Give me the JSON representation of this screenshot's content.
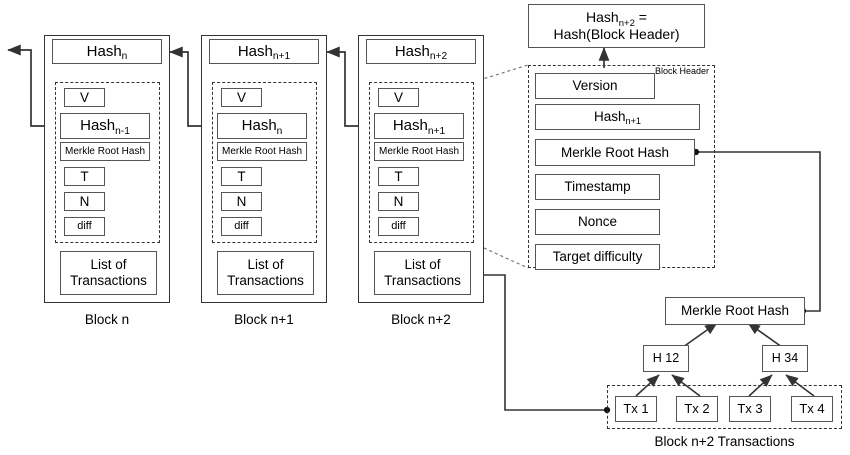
{
  "diagram": {
    "title": "Blockchain block structure and Merkle tree diagram",
    "colors": {
      "stroke": "#555555",
      "outer_stroke": "#333333",
      "background": "#ffffff",
      "text": "#000000"
    }
  },
  "blocks": [
    {
      "id": "block-n",
      "caption": "Block n",
      "hash_label": "Hash",
      "hash_sub": "n",
      "header_fields": [
        {
          "label": "V"
        },
        {
          "label": "Hash",
          "sub": "n-1"
        },
        {
          "label": "Merkle Root Hash"
        },
        {
          "label": "T"
        },
        {
          "label": "N"
        },
        {
          "label": "diff"
        }
      ],
      "transactions_label": "List of\nTransactions",
      "transactions_line1": "List of",
      "transactions_line2": "Transactions"
    },
    {
      "id": "block-n-plus-1",
      "caption": "Block n+1",
      "hash_label": "Hash",
      "hash_sub": "n+1",
      "header_fields": [
        {
          "label": "V"
        },
        {
          "label": "Hash",
          "sub": "n"
        },
        {
          "label": "Merkle Root Hash"
        },
        {
          "label": "T"
        },
        {
          "label": "N"
        },
        {
          "label": "diff"
        }
      ],
      "transactions_line1": "List of",
      "transactions_line2": "Transactions"
    },
    {
      "id": "block-n-plus-2",
      "caption": "Block n+2",
      "hash_label": "Hash",
      "hash_sub": "n+2",
      "header_fields": [
        {
          "label": "V"
        },
        {
          "label": "Hash",
          "sub": "n+1"
        },
        {
          "label": "Merkle Root Hash"
        },
        {
          "label": "T"
        },
        {
          "label": "N"
        },
        {
          "label": "diff"
        }
      ],
      "transactions_line1": "List of",
      "transactions_line2": "Transactions"
    }
  ],
  "hash_formula": {
    "line1_prefix": "Hash",
    "line1_sub": "n+2",
    "line1_suffix": " =",
    "line2": "Hash(Block Header)"
  },
  "block_header_panel": {
    "panel_label": "Block Header",
    "fields": [
      {
        "name": "version",
        "label": "Version"
      },
      {
        "name": "prev-hash",
        "label": "Hash",
        "sub": "n+1"
      },
      {
        "name": "merkle-root-hash",
        "label": "Merkle Root Hash"
      },
      {
        "name": "timestamp",
        "label": "Timestamp"
      },
      {
        "name": "nonce",
        "label": "Nonce"
      },
      {
        "name": "target-difficulty",
        "label": "Target difficulty"
      }
    ]
  },
  "merkle_tree": {
    "root_label": "Merkle Root Hash",
    "intermediate": [
      {
        "name": "h12",
        "label": "H 12"
      },
      {
        "name": "h34",
        "label": "H 34"
      }
    ],
    "transactions": [
      {
        "name": "tx1",
        "label": "Tx 1"
      },
      {
        "name": "tx2",
        "label": "Tx 2"
      },
      {
        "name": "tx3",
        "label": "Tx 3"
      },
      {
        "name": "tx4",
        "label": "Tx 4"
      }
    ],
    "caption": "Block n+2 Transactions"
  }
}
